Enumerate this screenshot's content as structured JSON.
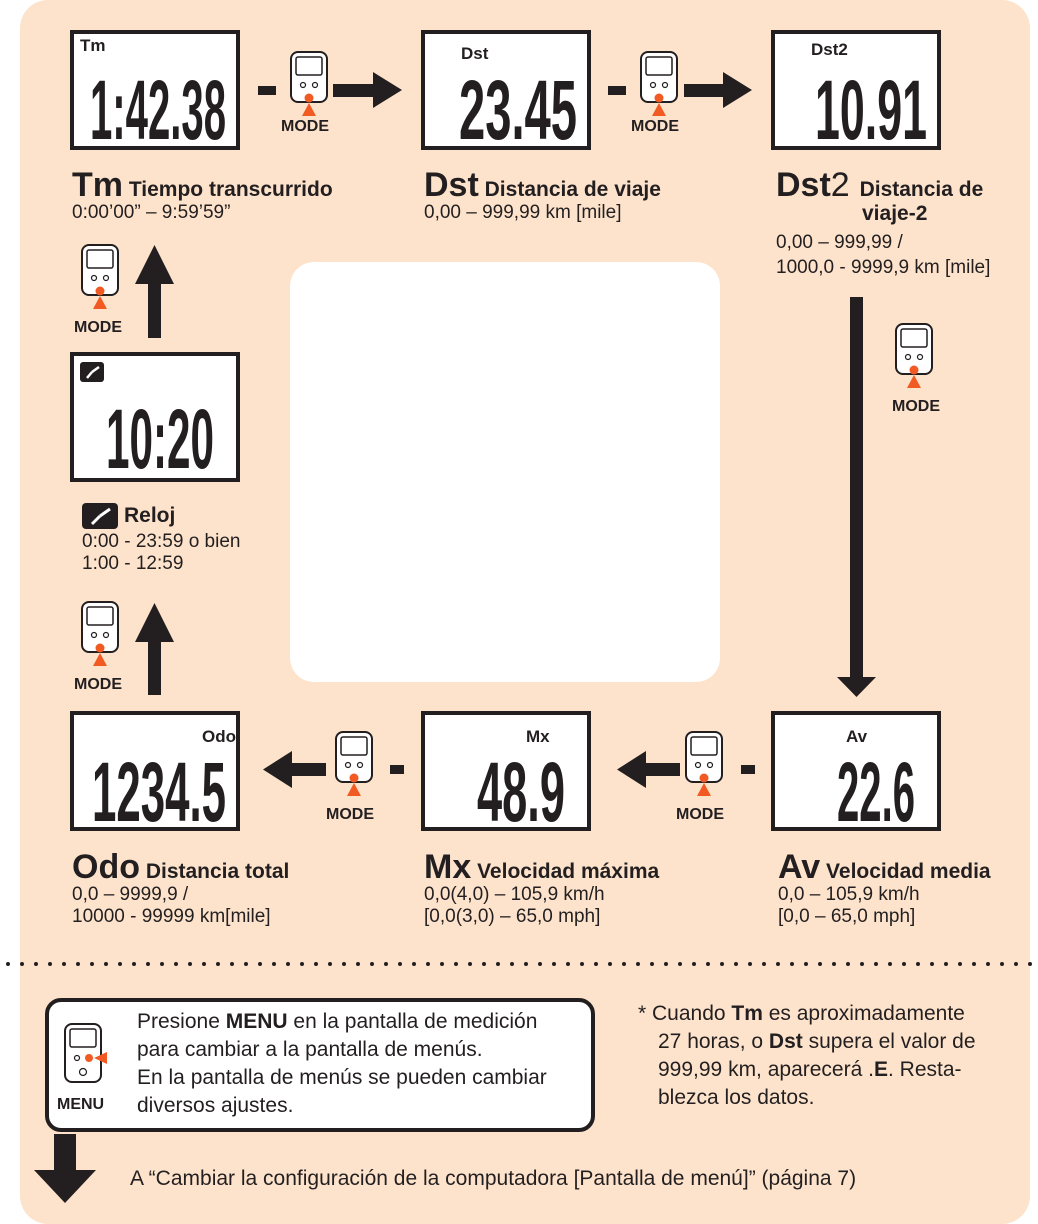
{
  "colors": {
    "background": "#fde3cc",
    "accent_orange": "#f15a22",
    "arrow": "#231f20",
    "panel": "#ffffff",
    "dots": "#231f20"
  },
  "mode_label": "MODE",
  "menu_label": "MENU",
  "displays": {
    "tm": {
      "label": "Tm",
      "value": "1:42.38"
    },
    "dst": {
      "label": "Dst",
      "value": "23.45"
    },
    "dst2": {
      "label": "Dst2",
      "value": "10.91"
    },
    "av": {
      "label": "Av",
      "value": "22.6"
    },
    "mx": {
      "label": "Mx",
      "value": "48.9"
    },
    "odo": {
      "label": "Odo",
      "value": "1234.5"
    },
    "clock": {
      "icon": "clock-icon",
      "value": "10:20"
    }
  },
  "functions": {
    "tm": {
      "abbr": "Tm",
      "name": "Tiempo transcurrido",
      "range": [
        "0:00’00” – 9:59’59”"
      ]
    },
    "dst": {
      "abbr": "Dst",
      "name": "Distancia de viaje",
      "range": [
        "0,00 – 999,99 km [mile]"
      ]
    },
    "dst2": {
      "abbr": "Dst",
      "abbr_suffix": "2",
      "name_line1": "Distancia de",
      "name_line2": "viaje-2",
      "range": [
        "0,00 – 999,99 /",
        "1000,0 - 9999,9 km [mile]"
      ]
    },
    "clock": {
      "name": "Reloj",
      "range": [
        "0:00 - 23:59 o bien",
        "1:00 - 12:59"
      ]
    },
    "odo": {
      "abbr": "Odo",
      "name": "Distancia total",
      "range": [
        "0,0 – 9999,9 /",
        "10000 - 99999 km[mile]"
      ]
    },
    "mx": {
      "abbr": "Mx",
      "name": "Velocidad máxima",
      "range": [
        "0,0(4,0) – 105,9 km/h",
        "[0,0(3,0) – 65,0 mph]"
      ]
    },
    "av": {
      "abbr": "Av",
      "name": "Velocidad media",
      "range": [
        "0,0 – 105,9 km/h",
        "[0,0 – 65,0 mph]"
      ]
    }
  },
  "menu_note": {
    "pre1": "Presione ",
    "bold1": "MENU",
    "post1": " en la pantalla de medición",
    "line2": "para cambiar a la pantalla de menús.",
    "line3": "En la pantalla de menús se pueden cambiar",
    "line4": "diversos ajustes."
  },
  "side_note": {
    "l1_pre": "* Cuando ",
    "l1_bold": "Tm",
    "l1_post": " es aproximadamente",
    "l2_pre": "27 horas, o ",
    "l2_bold": "Dst",
    "l2_post": " supera el valor de",
    "l3_pre": "999,99 km, aparecerá .",
    "l3_bold": "E",
    "l3_post": ". Resta-",
    "l4": "blezca los datos."
  },
  "footer_link": "A “Cambiar la configuración de la computadora [Pantalla de menú]” (página 7)"
}
